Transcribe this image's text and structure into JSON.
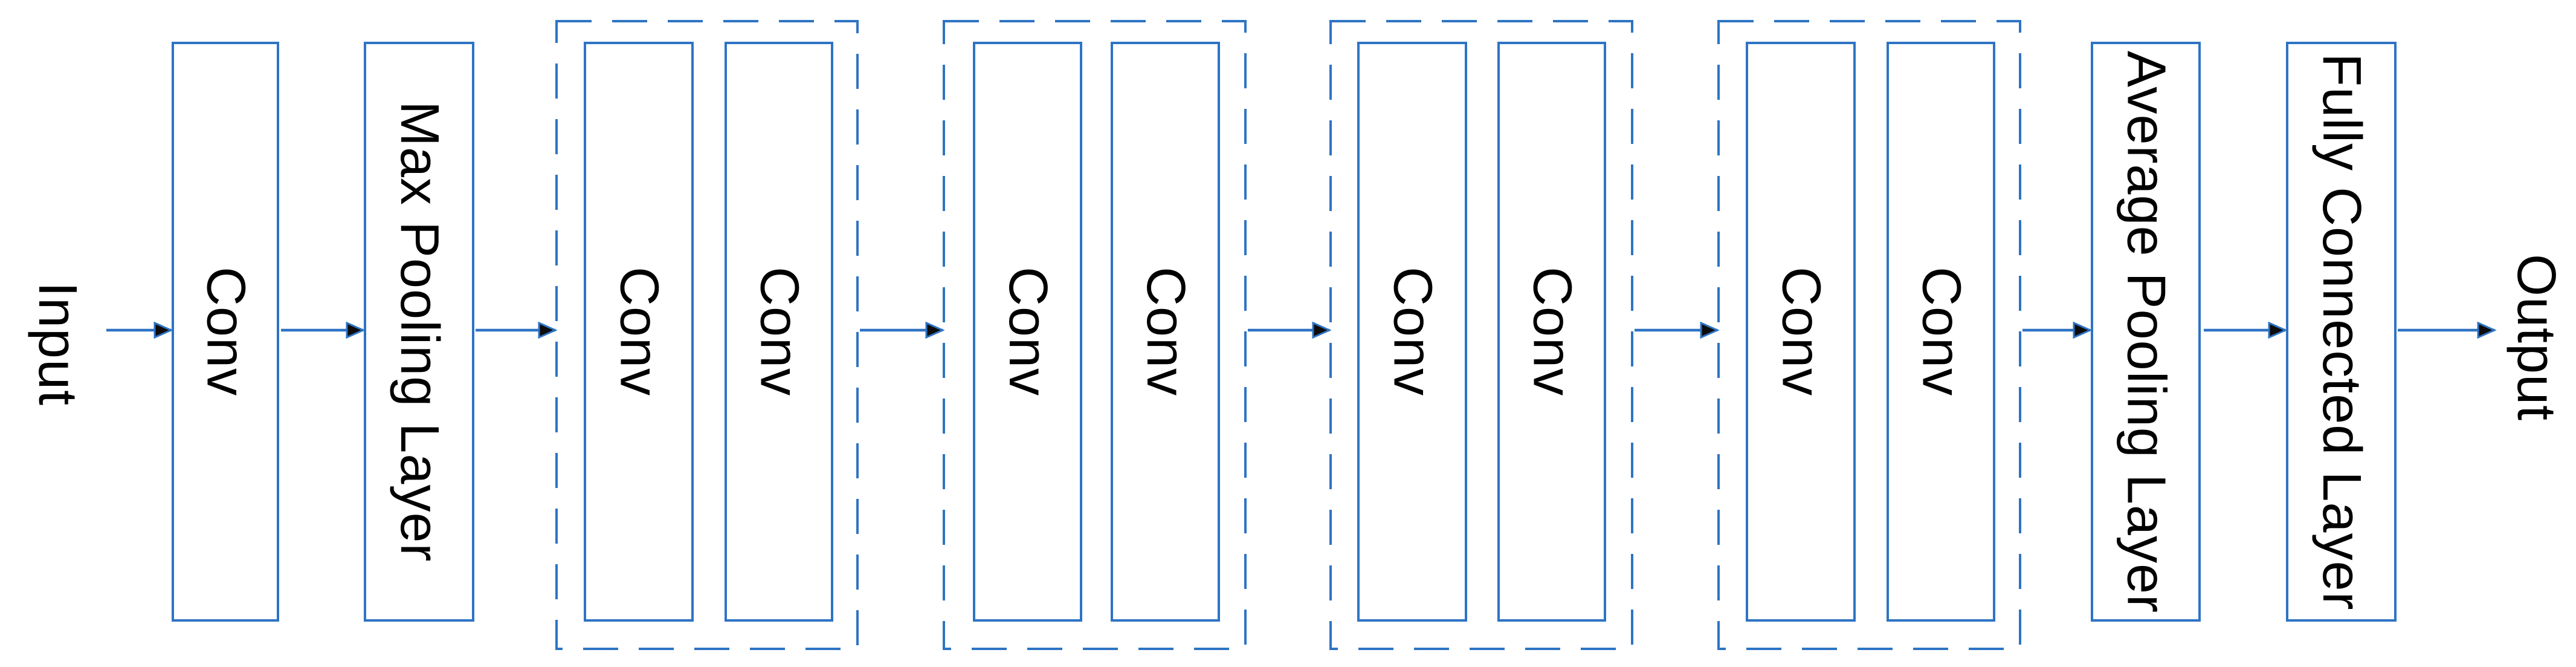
{
  "diagram": {
    "accent_color": "#2E74C4",
    "text_color": "#000000",
    "background": "#FFFFFF",
    "input_label": "Input",
    "output_label": "Output",
    "stem": {
      "conv": "Conv",
      "max_pool": "Max Pooling Layer"
    },
    "conv_blocks": [
      {
        "convs": [
          "Conv",
          "Conv"
        ]
      },
      {
        "convs": [
          "Conv",
          "Conv"
        ]
      },
      {
        "convs": [
          "Conv",
          "Conv"
        ]
      },
      {
        "convs": [
          "Conv",
          "Conv"
        ]
      }
    ],
    "head": {
      "avg_pool": "Average Pooling Layer",
      "fully_connected": "Fully Connected Layer"
    }
  }
}
